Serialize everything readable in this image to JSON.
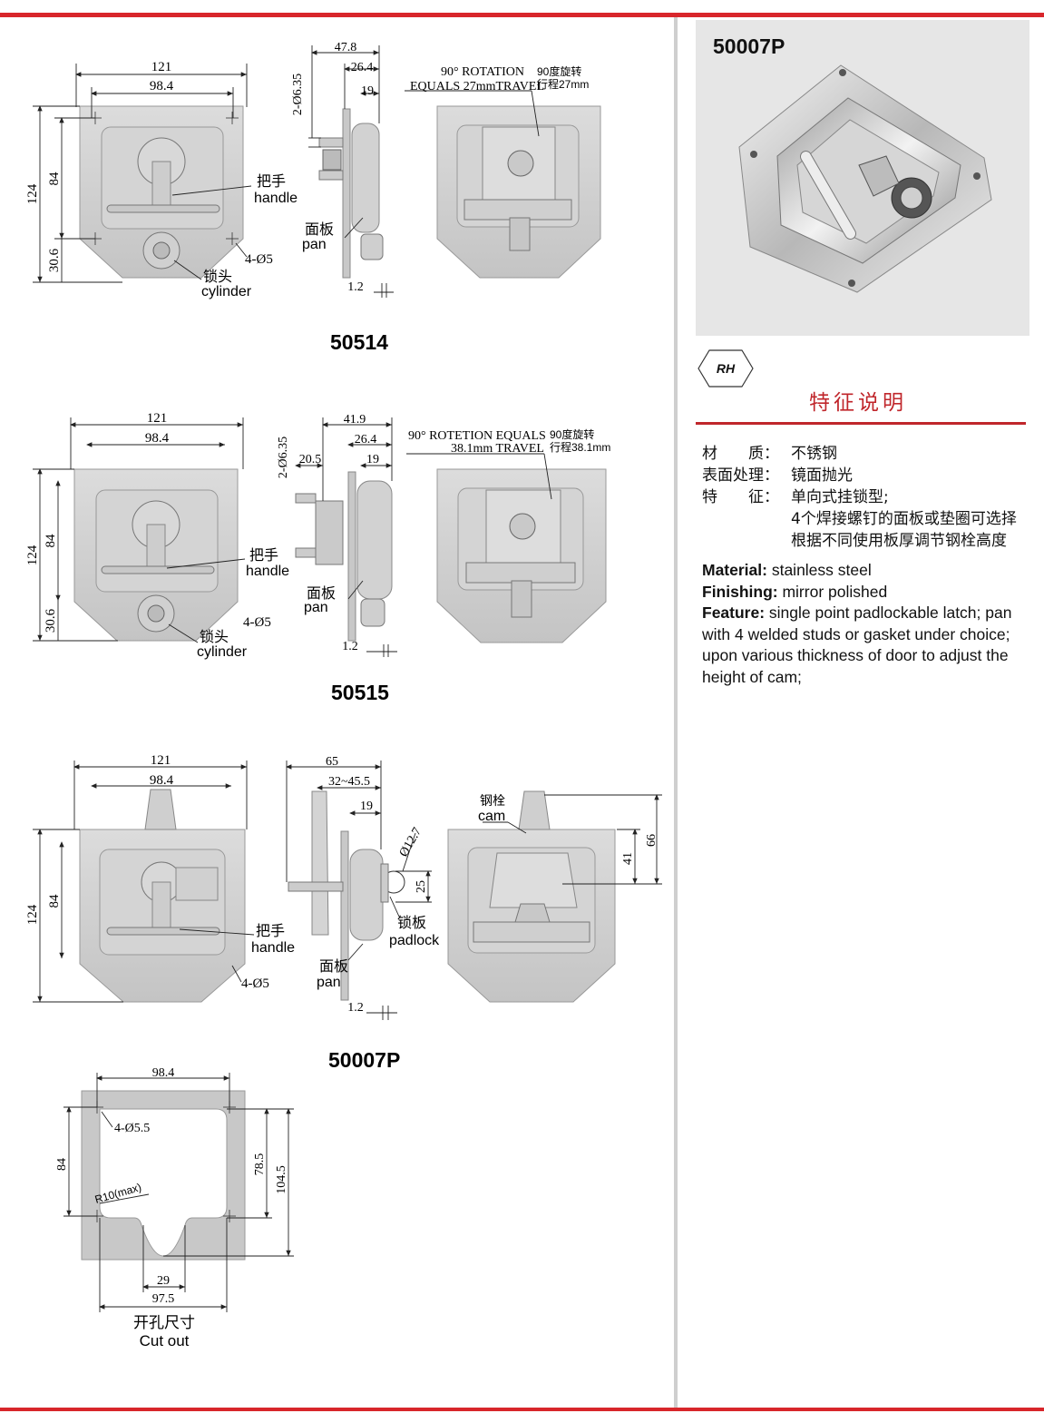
{
  "models": {
    "m1": "50514",
    "m2": "50515",
    "m3": "50007P"
  },
  "dims": {
    "w121": "121",
    "w98": "98.4",
    "h124": "124",
    "h84": "84",
    "h30": "30.6",
    "holes": "4-Ø5",
    "stud": "2-Ø6.35",
    "d478": "47.8",
    "d264": "26.4",
    "d19": "19",
    "d12": "1.2",
    "d419": "41.9",
    "d205": "20.5",
    "d65": "65",
    "d3245": "32~45.5",
    "d127": "Ø12.7",
    "d25": "25",
    "d41": "41",
    "d66": "66"
  },
  "labels": {
    "handle_cn": "把手",
    "handle_en": "handle",
    "pan_cn": "面板",
    "pan_en": "pan",
    "cyl_cn": "锁头",
    "cyl_en": "cylinder",
    "cam_cn": "钢栓",
    "cam_en": "cam",
    "padlock_cn": "锁板",
    "padlock_en": "padlock"
  },
  "notes": {
    "rot1_en_a": "90° ROTATION",
    "rot1_en_b": "EQUALS 27mmTRAVEL",
    "rot1_cn_a": "90度旋转",
    "rot1_cn_b": "行程27mm",
    "rot2_en_a": "90° ROTETION EQUALS",
    "rot2_en_b": "38.1mm TRAVEL",
    "rot2_cn_a": "90度旋转",
    "rot2_cn_b": "行程38.1mm"
  },
  "cutout": {
    "w": "98.4",
    "h84": "84",
    "h785": "78.5",
    "h1045": "104.5",
    "holes": "4-Ø5.5",
    "r10": "R10(max)",
    "w29": "29",
    "w975": "97.5",
    "title_cn": "开孔尺寸",
    "title_en": "Cut out"
  },
  "photo_title": "50007P",
  "badge": "RH",
  "features_title": "特征说明",
  "spec_cn": {
    "material_k": "材　　质：",
    "material_v": "不锈钢",
    "finish_k": "表面处理：",
    "finish_v": "镜面抛光",
    "feature_k": "特　　征：",
    "feature_v1": "单向式挂锁型;",
    "feature_v2": "4个焊接螺钉的面板或垫圈可选择",
    "feature_v3": "根据不同使用板厚调节钢栓高度"
  },
  "spec_en": {
    "material_k": "Material:",
    "material_v": " stainless steel",
    "finish_k": "Finishing:",
    "finish_v": " mirror polished",
    "feature_k": "Feature:",
    "feature_v": " single point padlockable latch; pan with 4 welded studs or gasket under choice; upon various thickness of door to adjust the height of cam;"
  },
  "colors": {
    "accent": "#d8262b",
    "panel": "#e6e6e6",
    "metal": "#cfcfcf"
  }
}
